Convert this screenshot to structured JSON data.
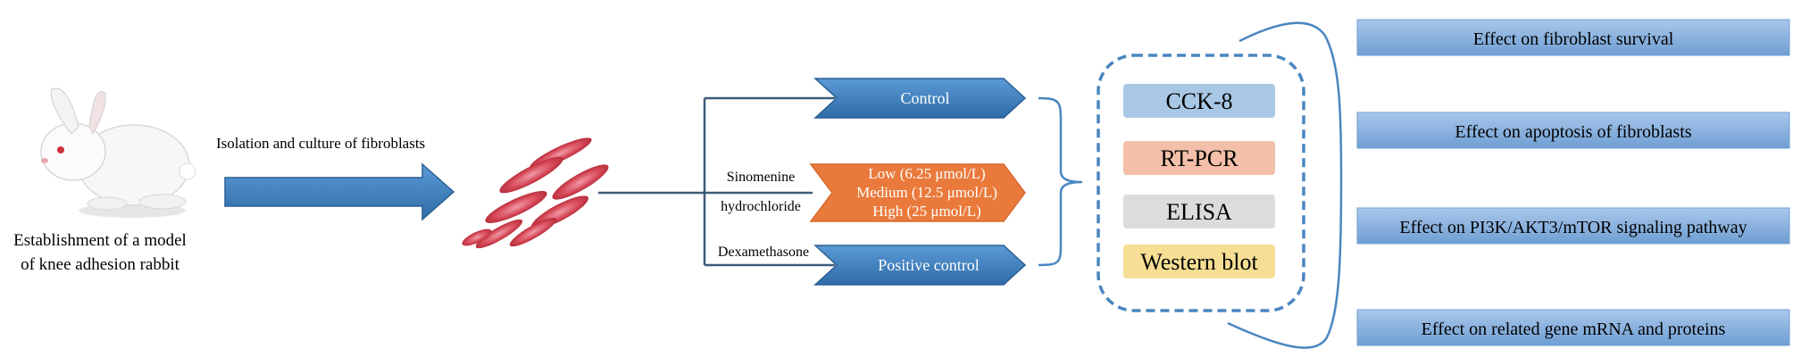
{
  "model": {
    "caption_line1": "Establishment of a model",
    "caption_line2": "of knee adhesion rabbit",
    "icon": "rabbit-icon"
  },
  "isolation": {
    "label": "Isolation and culture of fibroblasts",
    "icon": "fibroblast-cells-icon"
  },
  "groups": {
    "control": "Control",
    "treatment_label_line1": "Sinomenine",
    "treatment_label_line2": "hydrochloride",
    "doses": [
      "Low (6.25 μmol/L)",
      "Medium (12.5 μmol/L)",
      "High (25 μmol/L)"
    ],
    "positive_label": "Dexamethasone",
    "positive": "Positive control"
  },
  "assays": [
    "CCK-8",
    "RT-PCR",
    "ELISA",
    "Western blot"
  ],
  "effects": [
    "Effect on fibroblast survival",
    "Effect on apoptosis of fibroblasts",
    "Effect on PI3K/AKT3/mTOR signaling pathway",
    "Effect on related gene mRNA and proteins"
  ],
  "colors": {
    "blue_arrow": "#3f7fbf",
    "orange_arrow": "#ea7a3c",
    "connector": "#3d5a7a",
    "brace": "#4a86c0",
    "assay_cck8": "#a9c8e6",
    "assay_rtpcr": "#f3bfa8",
    "assay_elisa": "#dcdcdc",
    "assay_wb": "#f6df94",
    "effect_box": "#8fb4de",
    "cell": "#c8323f"
  }
}
